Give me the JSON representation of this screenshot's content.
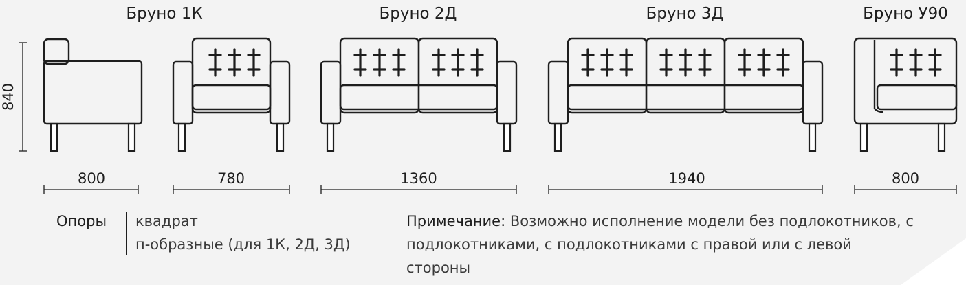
{
  "models": [
    {
      "title": "Бруно 1К",
      "width_label": "800"
    },
    {
      "title": "Бруно 2Д",
      "width_label": "1360"
    },
    {
      "title": "Бруно 3Д",
      "width_label": "1940"
    },
    {
      "title": "Бруно У90",
      "width_label": "800"
    }
  ],
  "side_view": {
    "height_label": "840",
    "width_label": "800"
  },
  "front_1k_width_label": "780",
  "legs": {
    "label": "Опоры",
    "options": [
      "квадрат",
      "п-образные (для 1К, 2Д, 3Д)"
    ]
  },
  "note": {
    "label": "Примечание:",
    "text": "Возможно исполнение модели без подлокотников,  с подлокотниками, с подлокотниками с правой или с левой стороны"
  },
  "colors": {
    "background": "#f3f3f3",
    "line": "#1e1e1e",
    "text": "#1e1e1e"
  }
}
